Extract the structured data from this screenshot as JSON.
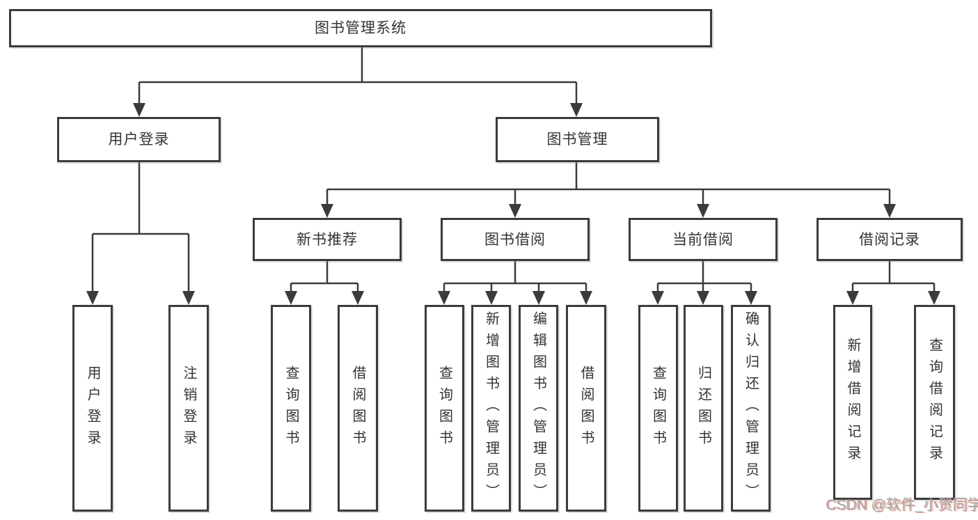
{
  "nodes": {
    "root": "图书管理系统",
    "user_login": "用户登录",
    "book_management": "图书管理",
    "new_book_recommend": "新书推荐",
    "book_borrowing": "图书借阅",
    "current_borrowing": "当前借阅",
    "borrowing_records": "借阅记录"
  },
  "leaves": {
    "user_login": "用户登录",
    "logout": "注销登录",
    "query_books_new": "查询图书",
    "borrow_books_new": "借阅图书",
    "query_books_borrow": "查询图书",
    "add_books_admin": "新增图书（管理员）",
    "edit_books_admin": "编辑图书（管理员）",
    "borrow_books_borrow": "借阅图书",
    "query_books_current": "查询图书",
    "return_books": "归还图书",
    "confirm_return_admin": "确认归还（管理员）",
    "add_borrow_record": "新增借阅记录",
    "query_borrow_record": "查询借阅记录"
  },
  "watermark": "CSDN @软件_小贺同学",
  "colors": {
    "line": "#3b3b3b",
    "text": "#333333",
    "background": "#ffffff",
    "watermark": "#a6a6a6",
    "watermark_shadow": "#e05a44"
  }
}
